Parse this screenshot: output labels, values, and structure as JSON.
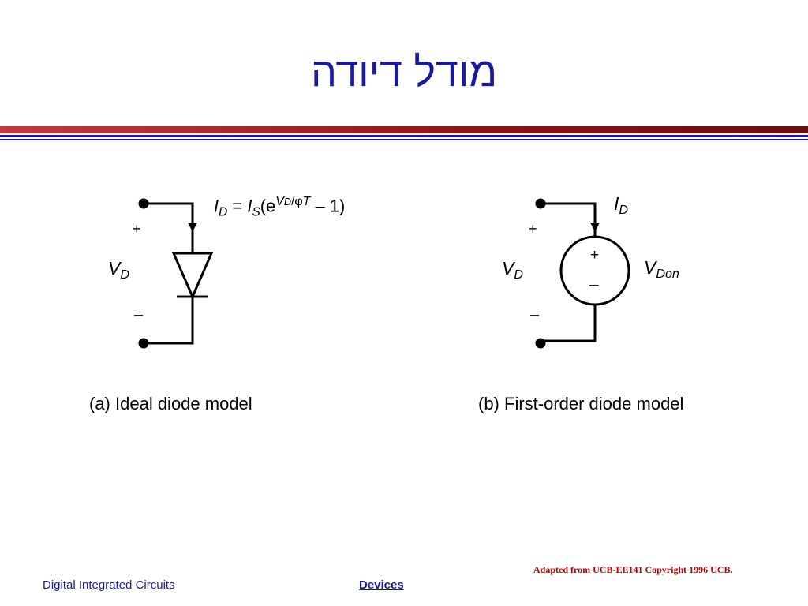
{
  "slide": {
    "title": "מודל דיודה",
    "colors": {
      "title": "#1a1aa0",
      "rule_red": "#8a1414",
      "rule_blue": "#1616b4",
      "credit": "#c00000"
    }
  },
  "left_circuit": {
    "eq_I": "I",
    "eq_D": "D",
    "eq_eq": " = ",
    "eq_IS": "I",
    "eq_S": "S",
    "eq_open": "(e",
    "eq_exp_V": "V",
    "eq_exp_D": "D",
    "eq_exp_slash": "/",
    "eq_exp_phi": "φ",
    "eq_exp_T": "T",
    "eq_tail": " – 1)",
    "vd_V": "V",
    "vd_D": "D",
    "plus": "+",
    "minus": "–",
    "caption": "(a) Ideal diode model"
  },
  "right_circuit": {
    "id_I": "I",
    "id_D": "D",
    "vd_V": "V",
    "vd_D": "D",
    "vdon_V": "V",
    "vdon_Don": "Don",
    "plus": "+",
    "minus": "–",
    "src_plus": "+",
    "src_minus": "–",
    "caption": "(b) First-order diode model"
  },
  "footer": {
    "left": "Digital Integrated Circuits",
    "middle": "Devices",
    "credit": "Adapted from UCB-EE141 Copyright 1996 UCB."
  }
}
